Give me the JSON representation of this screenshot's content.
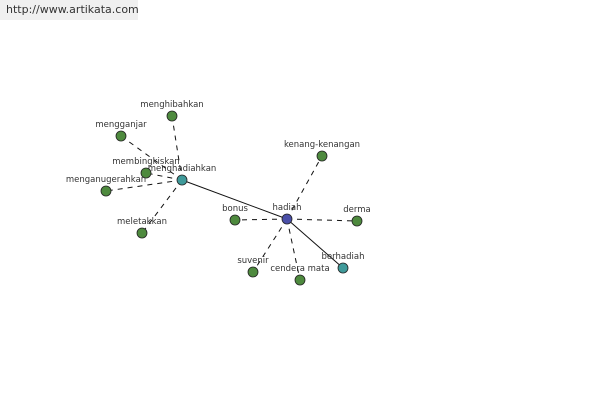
{
  "watermark_url": "http://www.artikata.com",
  "colors": {
    "leaf": "#4e8a3e",
    "hub": "#3f9a9a",
    "center": "#4a4fa8",
    "edge": "#111111"
  },
  "nodes": [
    {
      "id": "hadiah",
      "label": "hadiah",
      "kind": "center"
    },
    {
      "id": "menghadiahkan",
      "label": "menghadiahkan",
      "kind": "hub"
    },
    {
      "id": "berhadiah",
      "label": "berhadiah",
      "kind": "hub"
    },
    {
      "id": "menghibahkan",
      "label": "menghibahkan",
      "kind": "leaf"
    },
    {
      "id": "mengganjar",
      "label": "mengganjar",
      "kind": "leaf"
    },
    {
      "id": "membingkiskan",
      "label": "membingkiskan",
      "kind": "leaf"
    },
    {
      "id": "menganugerahkan",
      "label": "menganugerahkan",
      "kind": "leaf"
    },
    {
      "id": "meletakkan",
      "label": "meletakkan",
      "kind": "leaf"
    },
    {
      "id": "bonus",
      "label": "bonus",
      "kind": "leaf"
    },
    {
      "id": "kenang-kenangan",
      "label": "kenang-kenangan",
      "kind": "leaf"
    },
    {
      "id": "derma",
      "label": "derma",
      "kind": "leaf"
    },
    {
      "id": "suvenir",
      "label": "suvenir",
      "kind": "leaf"
    },
    {
      "id": "cendera-mata",
      "label": "cendera mata",
      "kind": "leaf"
    }
  ],
  "edges": [
    {
      "from": "hadiah",
      "to": "menghadiahkan",
      "style": "solid"
    },
    {
      "from": "hadiah",
      "to": "berhadiah",
      "style": "solid"
    },
    {
      "from": "hadiah",
      "to": "bonus",
      "style": "dashed"
    },
    {
      "from": "hadiah",
      "to": "kenang-kenangan",
      "style": "dashed"
    },
    {
      "from": "hadiah",
      "to": "derma",
      "style": "dashed"
    },
    {
      "from": "hadiah",
      "to": "suvenir",
      "style": "dashed"
    },
    {
      "from": "hadiah",
      "to": "cendera-mata",
      "style": "dashed"
    },
    {
      "from": "menghadiahkan",
      "to": "menghibahkan",
      "style": "dashed"
    },
    {
      "from": "menghadiahkan",
      "to": "mengganjar",
      "style": "dashed"
    },
    {
      "from": "menghadiahkan",
      "to": "membingkiskan",
      "style": "dashed"
    },
    {
      "from": "menghadiahkan",
      "to": "menganugerahkan",
      "style": "dashed"
    },
    {
      "from": "menghadiahkan",
      "to": "meletakkan",
      "style": "dashed"
    }
  ]
}
